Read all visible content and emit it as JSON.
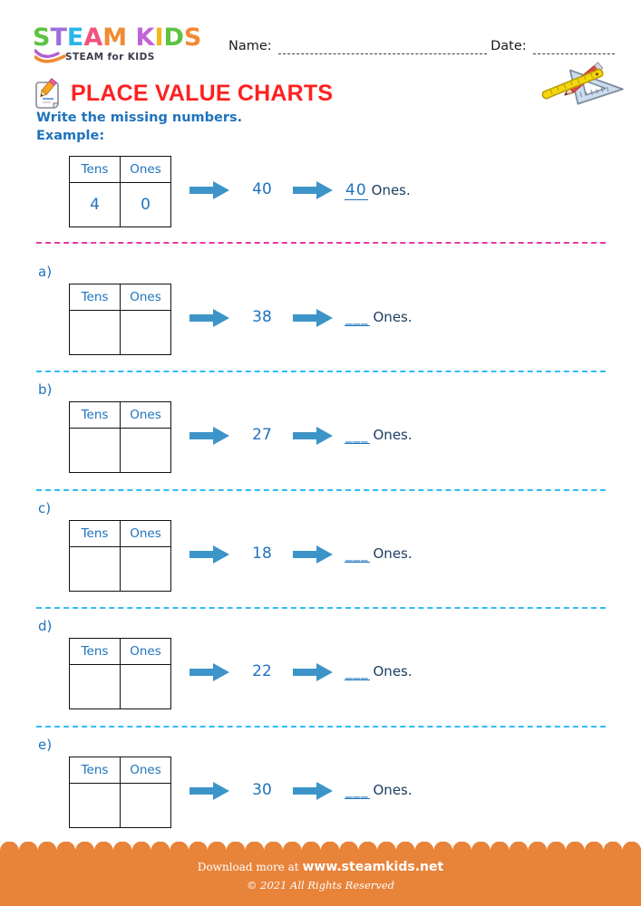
{
  "brand": {
    "logo_letters": [
      {
        "char": "S",
        "color": "#5ec242"
      },
      {
        "char": "T",
        "color": "#9b6ede"
      },
      {
        "char": "E",
        "color": "#2ab6e8"
      },
      {
        "char": "A",
        "color": "#f0527f"
      },
      {
        "char": "M",
        "color": "#f08a33"
      },
      {
        "char": " ",
        "color": "#ffffff"
      },
      {
        "char": "K",
        "color": "#c065d8"
      },
      {
        "char": "I",
        "color": "#f4b61e"
      },
      {
        "char": "D",
        "color": "#5ec242"
      },
      {
        "char": "S",
        "color": "#f08a33"
      }
    ],
    "logo_tagline": "STEAM for KIDS",
    "swoosh_colors": [
      "#b45fd0",
      "#f08a33"
    ]
  },
  "header": {
    "name_label": "Name:",
    "date_label": "Date:"
  },
  "title": "PLACE VALUE CHARTS",
  "instruction": "Write the missing numbers.",
  "example_label": "Example:",
  "table_headers": {
    "tens": "Tens",
    "ones": "Ones"
  },
  "ones_word": "Ones.",
  "example": {
    "letter": "",
    "tens": "4",
    "ones": "0",
    "number": "40",
    "answer": "40",
    "answer_filled": true
  },
  "questions": [
    {
      "letter": "a)",
      "tens": "",
      "ones": "",
      "number": "38",
      "answer": "___",
      "answer_filled": false
    },
    {
      "letter": "b)",
      "tens": "",
      "ones": "",
      "number": "27",
      "answer": "___",
      "answer_filled": false
    },
    {
      "letter": "c)",
      "tens": "",
      "ones": "",
      "number": "18",
      "answer": "___",
      "answer_filled": false
    },
    {
      "letter": "d)",
      "tens": "",
      "ones": "",
      "number": "22",
      "answer": "___",
      "answer_filled": false
    },
    {
      "letter": "e)",
      "tens": "",
      "ones": "",
      "number": "30",
      "answer": "___",
      "answer_filled": false
    }
  ],
  "colors": {
    "title_red": "#ff2020",
    "blue": "#1f73bd",
    "arrow_blue": "#3d94c8",
    "divider_pink": "#e8389c",
    "divider_cyan": "#2fbdf5",
    "footer_orange": "#e8833a"
  },
  "footer": {
    "download_text": "Download more at",
    "site": "www.steamkids.net",
    "copyright": "© 2021 All Rights Reserved"
  }
}
